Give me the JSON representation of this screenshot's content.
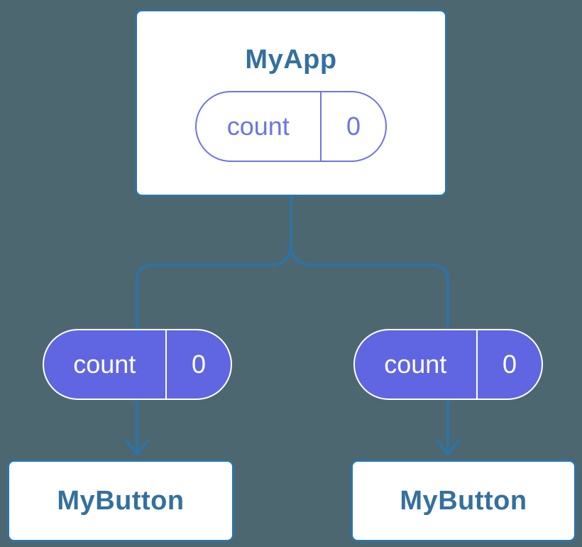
{
  "colors": {
    "background": "#4d6770",
    "line_blue": "#2d73a5",
    "text_blue": "#33709f",
    "purple_fill": "#6066e1",
    "purple_outline": "#6b74e8",
    "card_bg": "#ffffff",
    "white": "#ffffff"
  },
  "nodes": {
    "app": {
      "label": "MyApp",
      "state": {
        "name": "count",
        "value": "0"
      }
    },
    "left_prop": {
      "name": "count",
      "value": "0"
    },
    "right_prop": {
      "name": "count",
      "value": "0"
    },
    "left_child": {
      "label": "MyButton"
    },
    "right_child": {
      "label": "MyButton"
    }
  }
}
